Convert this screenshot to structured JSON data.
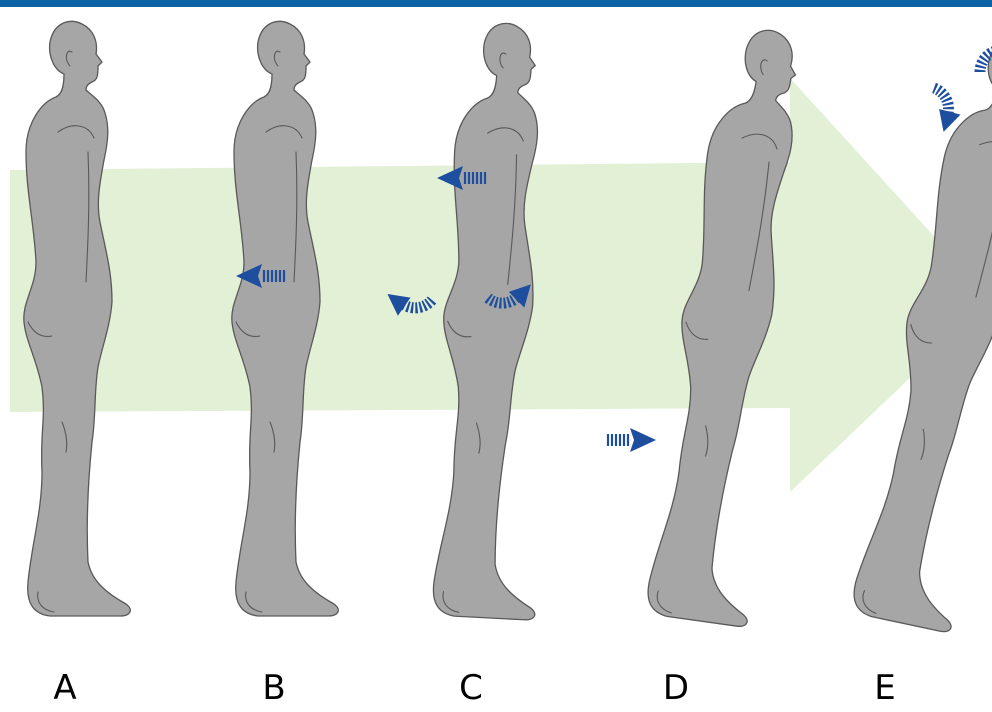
{
  "diagram": {
    "accent_color": "#0b63a6",
    "background_arrow_color": "#e2f0d5",
    "figure_color": "#a6a6a6",
    "indicator_arrow_color": "#1e4f9e",
    "stages": [
      {
        "label": "A",
        "indicators": []
      },
      {
        "label": "B",
        "indicators": [
          "arrow-left-icon"
        ]
      },
      {
        "label": "C",
        "indicators": [
          "arrow-left-icon",
          "curved-arrow-icon",
          "curved-arrow-icon"
        ]
      },
      {
        "label": "D",
        "indicators": [
          "arrow-right-icon"
        ]
      },
      {
        "label": "E",
        "indicators": [
          "curved-arrow-icon",
          "curved-arrow-icon"
        ]
      }
    ]
  }
}
